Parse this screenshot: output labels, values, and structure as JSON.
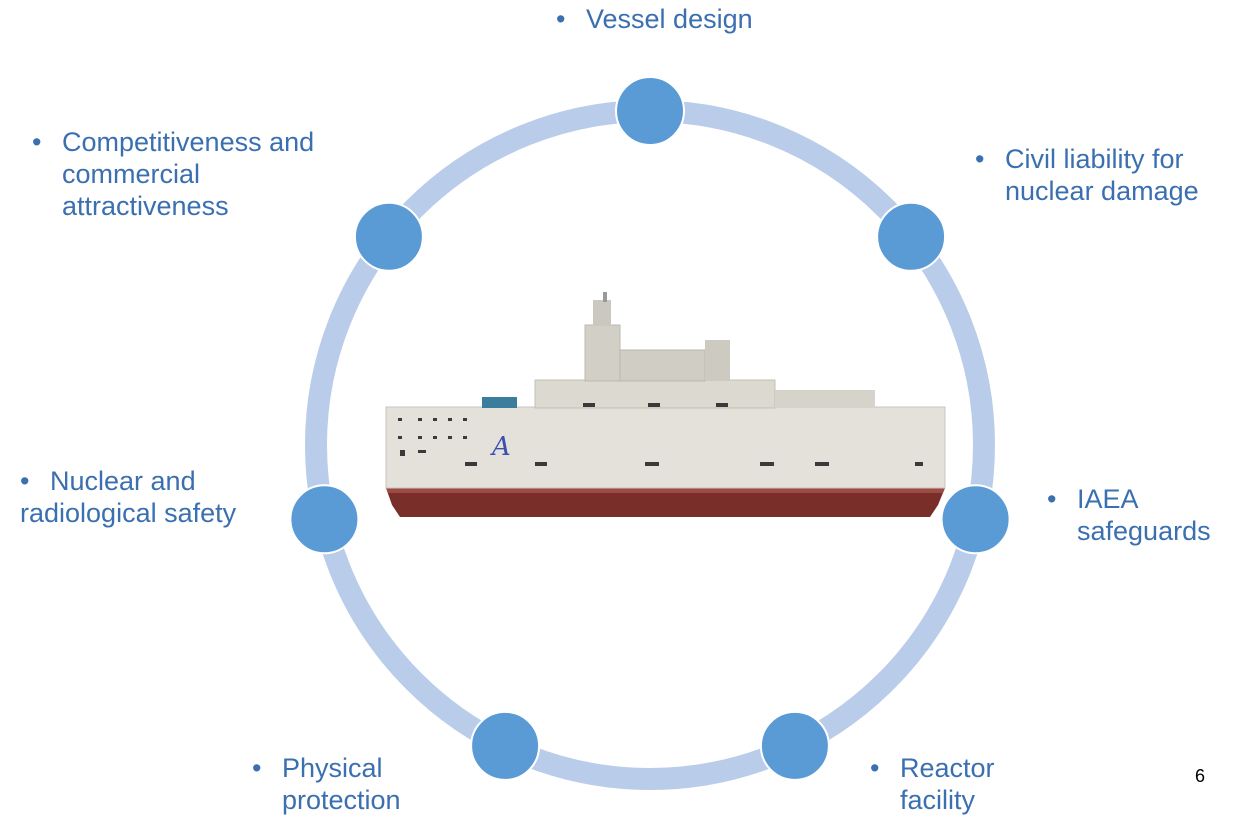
{
  "bullet": "•",
  "colors": {
    "ring": "#b9cce9",
    "node": "#5b9bd5",
    "node_stroke": "#ffffff",
    "text": "#3a6fb0"
  },
  "ship": {
    "logo_text": "A"
  },
  "topics": [
    {
      "id": "vessel-design",
      "lines": [
        "Vessel design"
      ]
    },
    {
      "id": "civil-liability",
      "lines": [
        "Civil liability for",
        "nuclear damage"
      ]
    },
    {
      "id": "iaea-safeguards",
      "lines": [
        "IAEA",
        "safeguards"
      ]
    },
    {
      "id": "reactor-facility",
      "lines": [
        "Reactor",
        "facility"
      ]
    },
    {
      "id": "physical-protection",
      "lines": [
        "Physical",
        "protection"
      ]
    },
    {
      "id": "nuclear-safety",
      "lines": [
        "Nuclear and",
        "radiological safety"
      ]
    },
    {
      "id": "competitiveness",
      "lines": [
        "Competitiveness and",
        "commercial",
        "attractiveness"
      ]
    }
  ],
  "page_number": "6"
}
